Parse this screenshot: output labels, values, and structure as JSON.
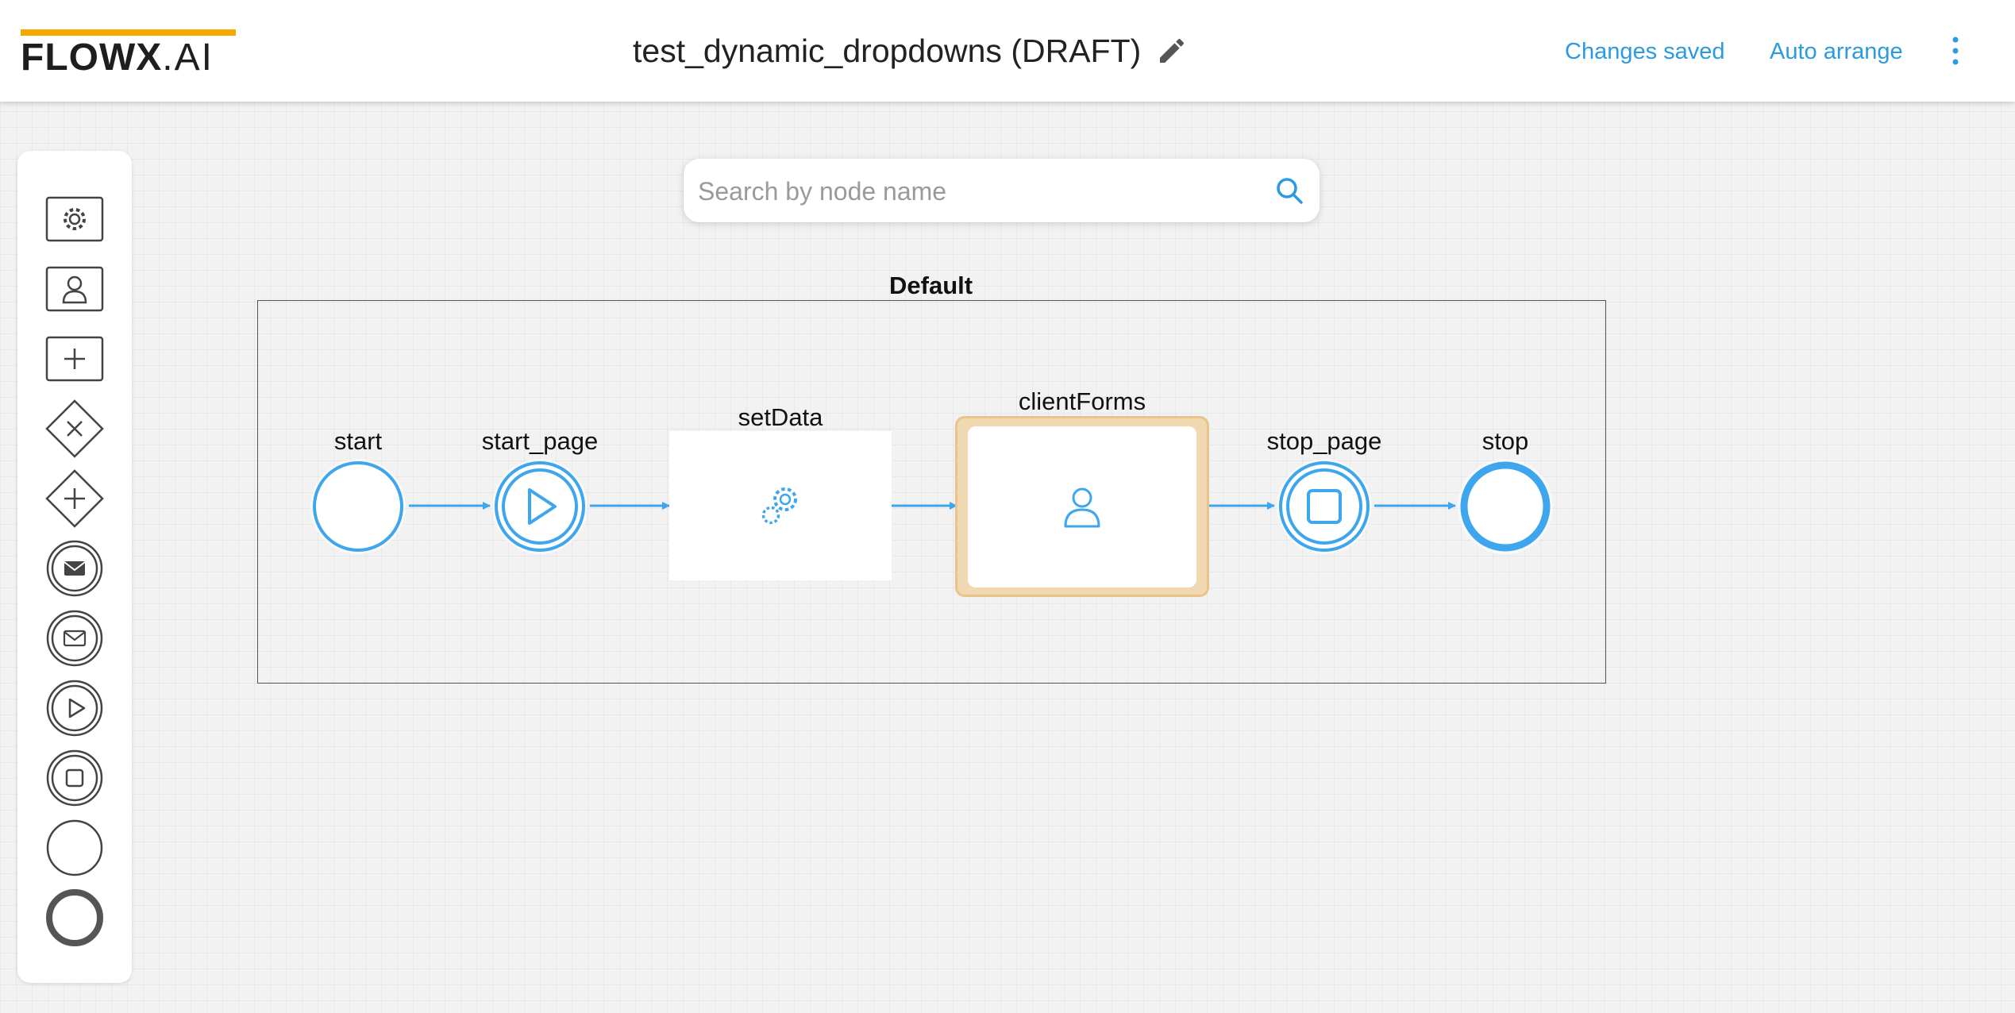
{
  "header": {
    "logo_main": "FLOWX",
    "logo_suffix": ".AI",
    "title": "test_dynamic_dropdowns (DRAFT)",
    "save_status": "Changes saved",
    "auto_arrange": "Auto arrange",
    "edit_icon": "pencil-icon",
    "more_icon": "vertical-dots-icon"
  },
  "colors": {
    "accent": "#2b9ae0",
    "node_stroke": "#3ea6ec",
    "selected_fill": "#f0d9b0",
    "logo_bar": "#f5a800"
  },
  "palette": {
    "items": [
      {
        "name": "service-task-icon"
      },
      {
        "name": "user-task-icon"
      },
      {
        "name": "task-icon"
      },
      {
        "name": "exclusive-gateway-icon"
      },
      {
        "name": "parallel-gateway-icon"
      },
      {
        "name": "message-send-event-icon"
      },
      {
        "name": "message-receive-event-icon"
      },
      {
        "name": "start-page-event-icon"
      },
      {
        "name": "stop-page-event-icon"
      },
      {
        "name": "start-event-icon"
      },
      {
        "name": "end-event-icon"
      }
    ]
  },
  "search": {
    "placeholder": "Search by node name"
  },
  "diagram": {
    "pool_label": "Default",
    "nodes": {
      "start": "start",
      "start_page": "start_page",
      "set_data": "setData",
      "client_forms": "clientForms",
      "stop_page": "stop_page",
      "stop": "stop"
    }
  }
}
